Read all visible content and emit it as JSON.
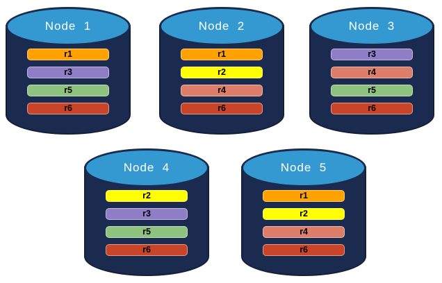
{
  "diagram": {
    "type": "replica-placement-diagram",
    "palette": {
      "cylinder_body": "#1b2a4f",
      "cylinder_top": "#3399d0",
      "node_label_color": "#ffffff",
      "replica_colors": {
        "r1": "#ffa200",
        "r2": "#ffff00",
        "r3": "#8f7ec5",
        "r4": "#dd7e6b",
        "r5": "#8dc37e",
        "r6": "#c9452a"
      }
    }
  },
  "nodes": [
    {
      "label": "Node  1",
      "replicas": [
        {
          "id": "r1",
          "color": "#ffa200"
        },
        {
          "id": "r3",
          "color": "#8f7ec5"
        },
        {
          "id": "r5",
          "color": "#8dc37e"
        },
        {
          "id": "r6",
          "color": "#c9452a"
        }
      ]
    },
    {
      "label": "Node  2",
      "replicas": [
        {
          "id": "r1",
          "color": "#ffa200"
        },
        {
          "id": "r2",
          "color": "#ffff00"
        },
        {
          "id": "r4",
          "color": "#dd7e6b"
        },
        {
          "id": "r6",
          "color": "#c9452a"
        }
      ]
    },
    {
      "label": "Node  3",
      "replicas": [
        {
          "id": "r3",
          "color": "#8f7ec5"
        },
        {
          "id": "r4",
          "color": "#dd7e6b"
        },
        {
          "id": "r5",
          "color": "#8dc37e"
        },
        {
          "id": "r6",
          "color": "#c9452a"
        }
      ]
    },
    {
      "label": "Node  4",
      "replicas": [
        {
          "id": "r2",
          "color": "#ffff00"
        },
        {
          "id": "r3",
          "color": "#8f7ec5"
        },
        {
          "id": "r5",
          "color": "#8dc37e"
        },
        {
          "id": "r6",
          "color": "#c9452a"
        }
      ]
    },
    {
      "label": "Node  5",
      "replicas": [
        {
          "id": "r1",
          "color": "#ffa200"
        },
        {
          "id": "r2",
          "color": "#ffff00"
        },
        {
          "id": "r4",
          "color": "#dd7e6b"
        },
        {
          "id": "r6",
          "color": "#c9452a"
        }
      ]
    }
  ]
}
